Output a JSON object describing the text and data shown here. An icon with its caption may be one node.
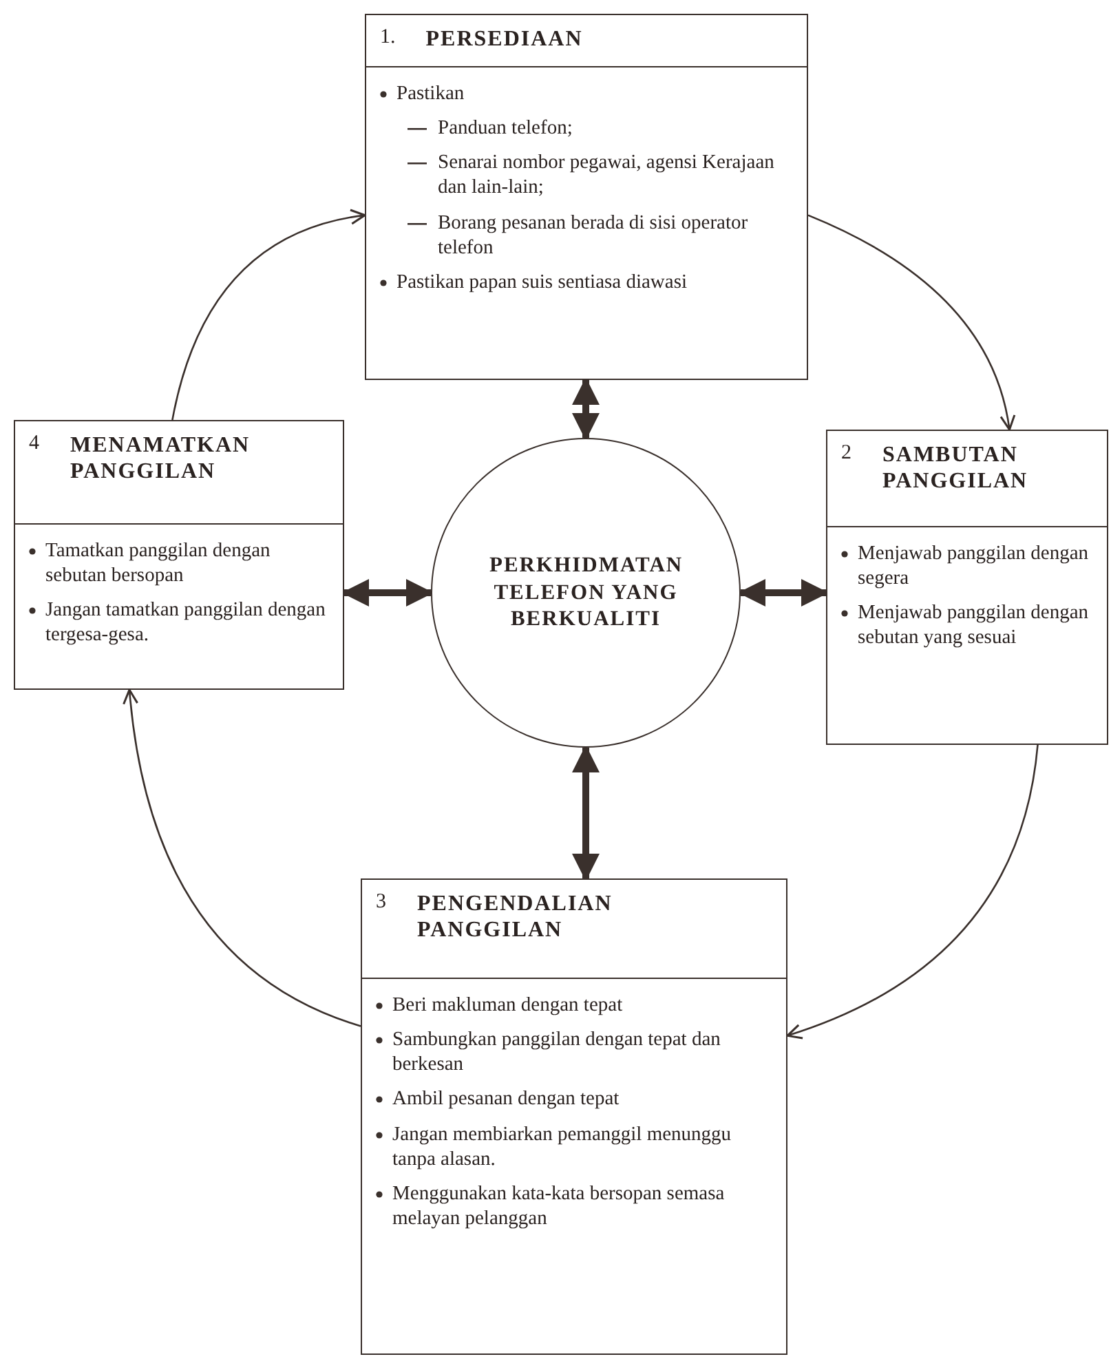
{
  "diagram": {
    "nodes": [
      {
        "text": [
          "1.",
          "PERSEDIAAN",
          "Pastikan",
          "Panduan telefon;",
          "Senarai nombor pegawai, agensi Kerajaan dan lain-lain;",
          "Borang pesanan berada di sisi operator telefon",
          "Pastikan papan suis sentiasa diawasi"
        ]
      },
      {
        "text": [
          "2",
          "SAMBUTAN PANGGILAN",
          "Menjawab panggilan dengan segera",
          "Menjawab panggilan dengan sebutan yang sesuai"
        ]
      },
      {
        "text": [
          "3",
          "PENGENDALIAN PANGGILAN",
          "Beri makluman dengan tepat",
          "Sambungkan panggilan dengan tepat dan berkesan",
          "Ambil pesanan dengan tepat",
          "Jangan membiarkan pemanggil menunggu tanpa alasan.",
          "Menggunakan kata-kata bersopan semasa melayan pelanggan"
        ]
      },
      {
        "text": [
          "4",
          "MENAMATKAN PANGGILAN",
          "Tamatkan panggilan dengan sebutan bersopan",
          "Jangan tamatkan panggilan dengan tergesa-gesa."
        ]
      },
      {
        "text": [
          "PERKHIDMATAN TELEFON YANG BERKUALITI"
        ]
      }
    ],
    "edges": [
      {
        "from": 3,
        "to": 0,
        "arrow": "to"
      },
      {
        "from": 0,
        "to": 1,
        "arrow": "to"
      },
      {
        "from": 1,
        "to": 2,
        "arrow": "to"
      },
      {
        "from": 2,
        "to": 3,
        "arrow": "to"
      },
      {
        "from": 4,
        "to": 0,
        "arrow": "both",
        "style": "thick"
      },
      {
        "from": 4,
        "to": 1,
        "arrow": "both",
        "style": "thick"
      },
      {
        "from": 4,
        "to": 2,
        "arrow": "both",
        "style": "thick"
      },
      {
        "from": 4,
        "to": 3,
        "arrow": "both",
        "style": "thick"
      }
    ]
  }
}
